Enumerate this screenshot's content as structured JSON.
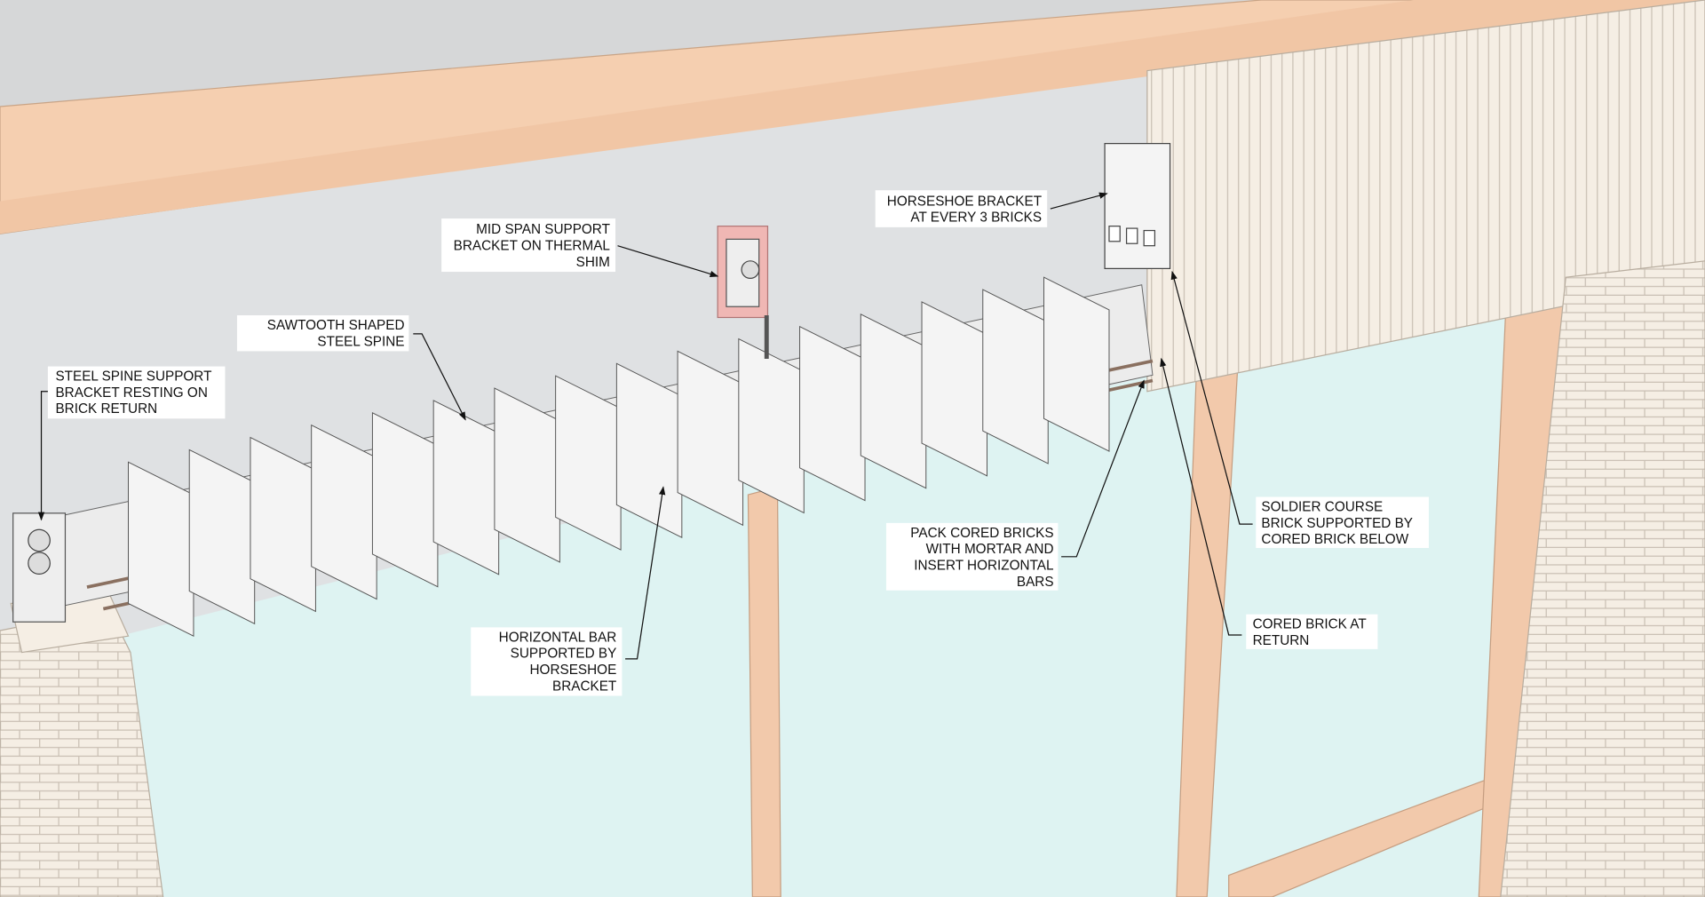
{
  "labels": {
    "mid_span": [
      "MID SPAN SUPPORT",
      "BRACKET ON THERMAL",
      "SHIM"
    ],
    "horseshoe": [
      "HORSESHOE BRACKET",
      "AT EVERY 3 BRICKS"
    ],
    "sawtooth": [
      "SAWTOOTH SHAPED",
      "STEEL SPINE"
    ],
    "spine_support": [
      "STEEL SPINE SUPPORT",
      "BRACKET RESTING ON",
      "BRICK RETURN"
    ],
    "soldier": [
      "SOLDIER COURSE",
      "BRICK SUPPORTED BY",
      "CORED BRICK BELOW"
    ],
    "pack": [
      "PACK CORED BRICKS",
      "WITH MORTAR AND",
      "INSERT HORIZONTAL",
      "BARS"
    ],
    "cored": [
      "CORED BRICK AT",
      "RETURN"
    ],
    "horizontal_bar": [
      "HORIZONTAL BAR",
      "SUPPORTED BY",
      "HORSESHOE",
      "BRACKET"
    ]
  },
  "colors": {
    "beam": "#f5cfb0",
    "glass": "#def3f2",
    "brick": "#f5eee4",
    "shim": "#f0b7b4",
    "sky": "#dfe1e3"
  }
}
